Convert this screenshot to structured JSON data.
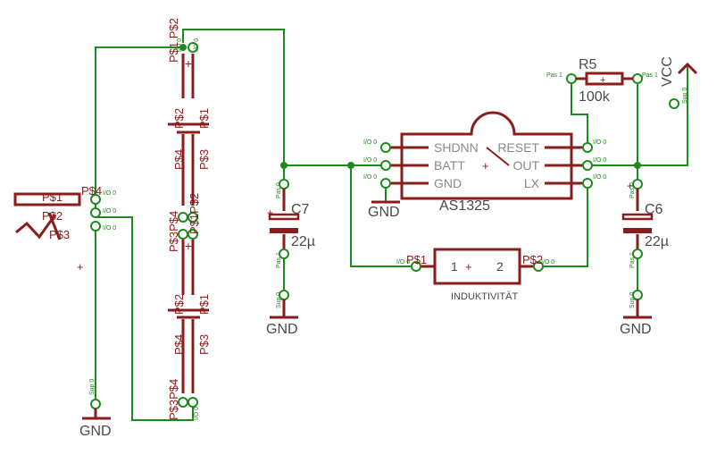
{
  "colors": {
    "part": "#8a1c1c",
    "wire": "#1e8a1e",
    "pin_label": "#1e8a1e",
    "background": "#ffffff"
  },
  "batteries": {
    "top": {
      "pads": [
        "P$2",
        "P$1",
        "P$4",
        "P$3"
      ],
      "stacked_pads": [
        "P$1 P$2",
        "P$3 P$4"
      ],
      "plus": "+"
    },
    "mid": {
      "stacked_pads": [
        "P$3P$4",
        "P$1P$2"
      ],
      "pads": [
        "P$2",
        "P$1",
        "P$4",
        "P$3"
      ],
      "plus": "+"
    },
    "bottom": {
      "stacked_pads": [
        "P$3P$4"
      ],
      "pin": "I/O 0"
    }
  },
  "switch": {
    "pads": [
      "P$1",
      "P$2",
      "P$3",
      "P$4"
    ],
    "pins": [
      "I/O 0",
      "I/O 0",
      "I/O 0"
    ],
    "plus": "+"
  },
  "gnd_left": {
    "label": "GND",
    "pin": "Sup 0"
  },
  "c7": {
    "name": "C7",
    "value": "22µ",
    "plus": "+",
    "pins": [
      "Pas 0",
      "Pas 1",
      "Sup 0"
    ],
    "gnd": "GND"
  },
  "ic": {
    "name": "AS1325",
    "left_pins": [
      "SHDNN",
      "BATT",
      "GND"
    ],
    "right_pins": [
      "RESET",
      "OUT",
      "LX"
    ],
    "center_mark": "+",
    "pin_io_labels": [
      "I/O 0",
      "I/O 0",
      "I/O 0",
      "I/O 0",
      "I/O 0",
      "I/O 0"
    ],
    "gnd": "GND"
  },
  "inductor": {
    "name": "INDUKTIVITÄT",
    "pad_left": "P$1",
    "pad_right": "P$2",
    "pin_left": "1",
    "pin_right": "2",
    "plus": "+",
    "io_left": "I/O 0",
    "io_right": "I/O 0"
  },
  "r5": {
    "name": "R5",
    "value": "100k",
    "pin_left": "Pas 1",
    "pin_right": "Pas 1"
  },
  "vcc": {
    "label": "VCC",
    "pin": "Sup 0"
  },
  "c6": {
    "name": "C6",
    "value": "22µ",
    "plus": "+",
    "pins": [
      "Pas 0",
      "Pas 1",
      "Sup 0"
    ],
    "gnd": "GND"
  }
}
